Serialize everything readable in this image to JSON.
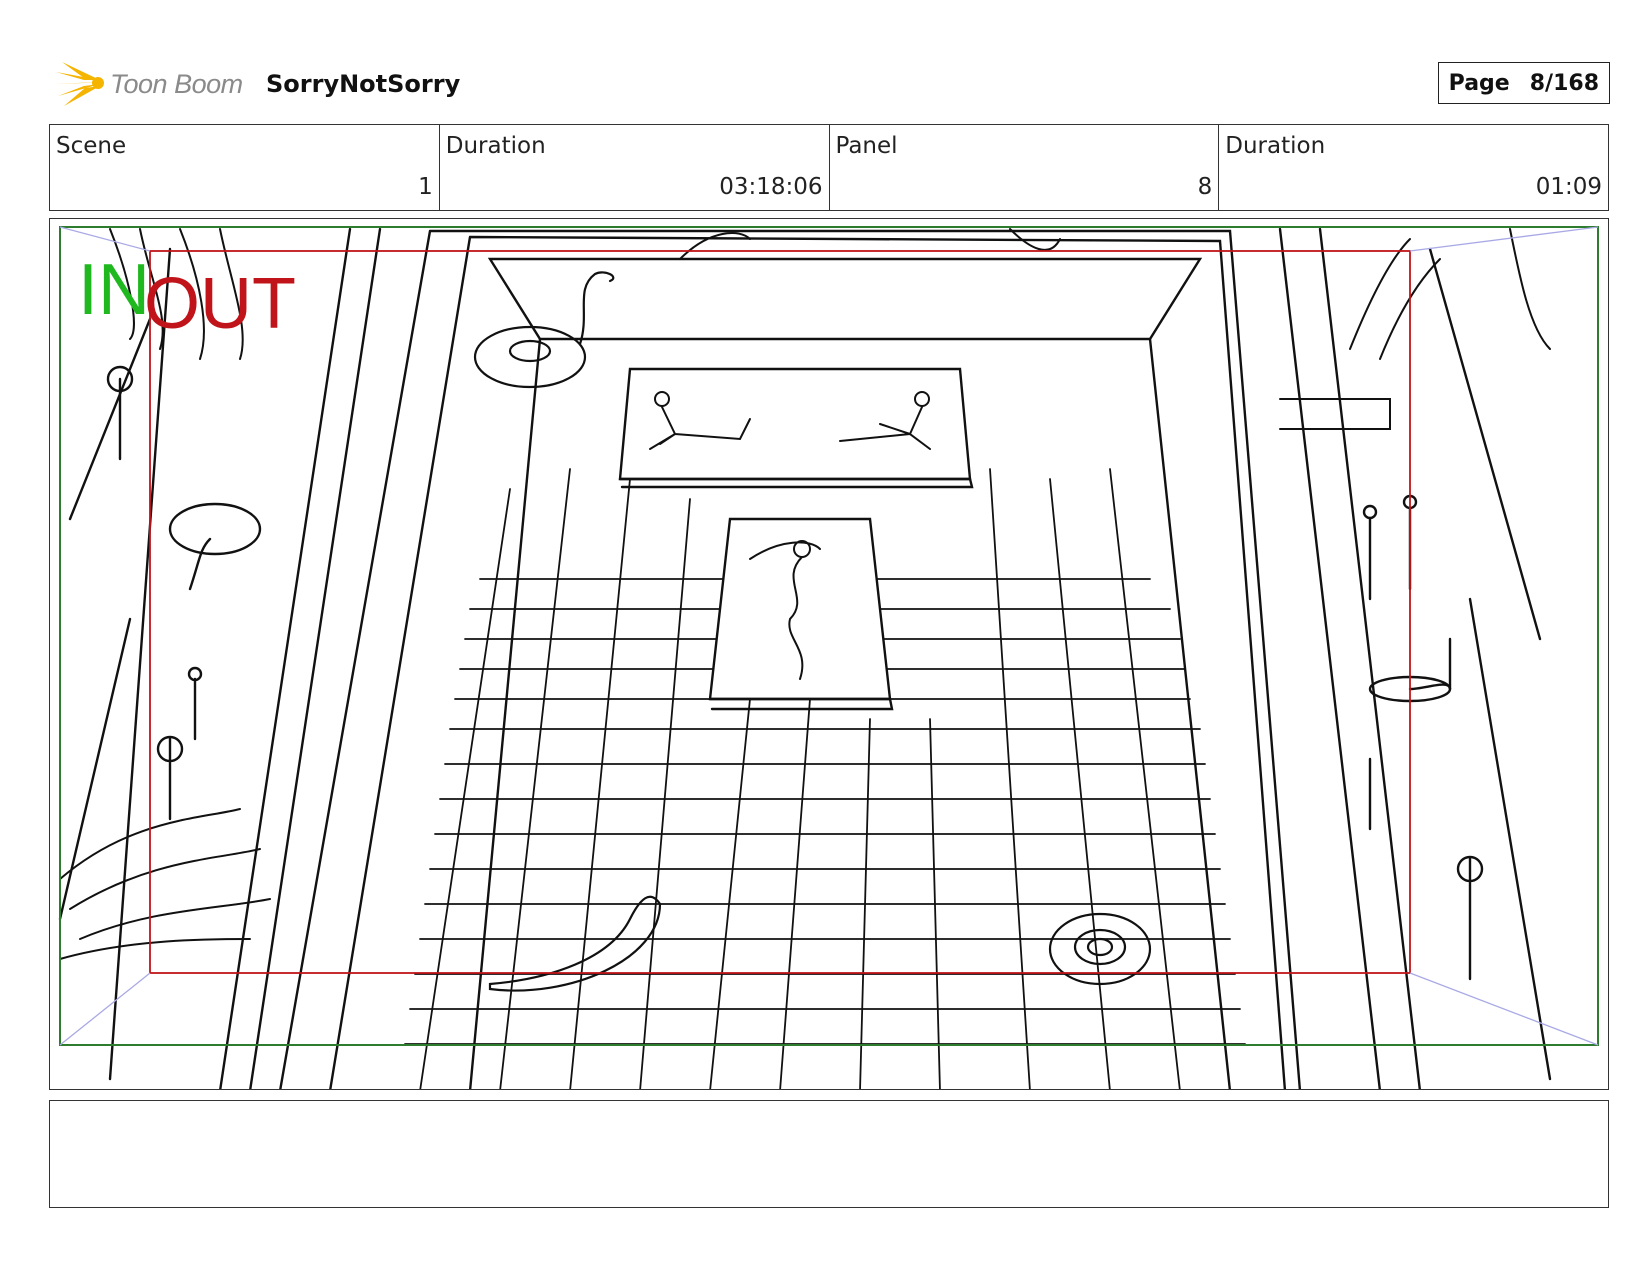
{
  "header": {
    "logo_text": "Toon Boom",
    "project": "SorryNotSorry",
    "page_label": "Page",
    "page_number": "8/168"
  },
  "info": {
    "scene_label": "Scene",
    "scene_value": "1",
    "duration_label": "Duration",
    "duration_value": "03:18:06",
    "panel_label": "Panel",
    "panel_value": "8",
    "panel_duration_label": "Duration",
    "panel_duration_value": "01:09"
  },
  "panel": {
    "in_label": "IN",
    "out_label": "OUT",
    "in_color": "#1fb81f",
    "out_color": "#c0141a",
    "safe_frame_color": "#c0141a",
    "camera_frame_color": "#2e7d2e"
  },
  "caption": {
    "text": ""
  }
}
